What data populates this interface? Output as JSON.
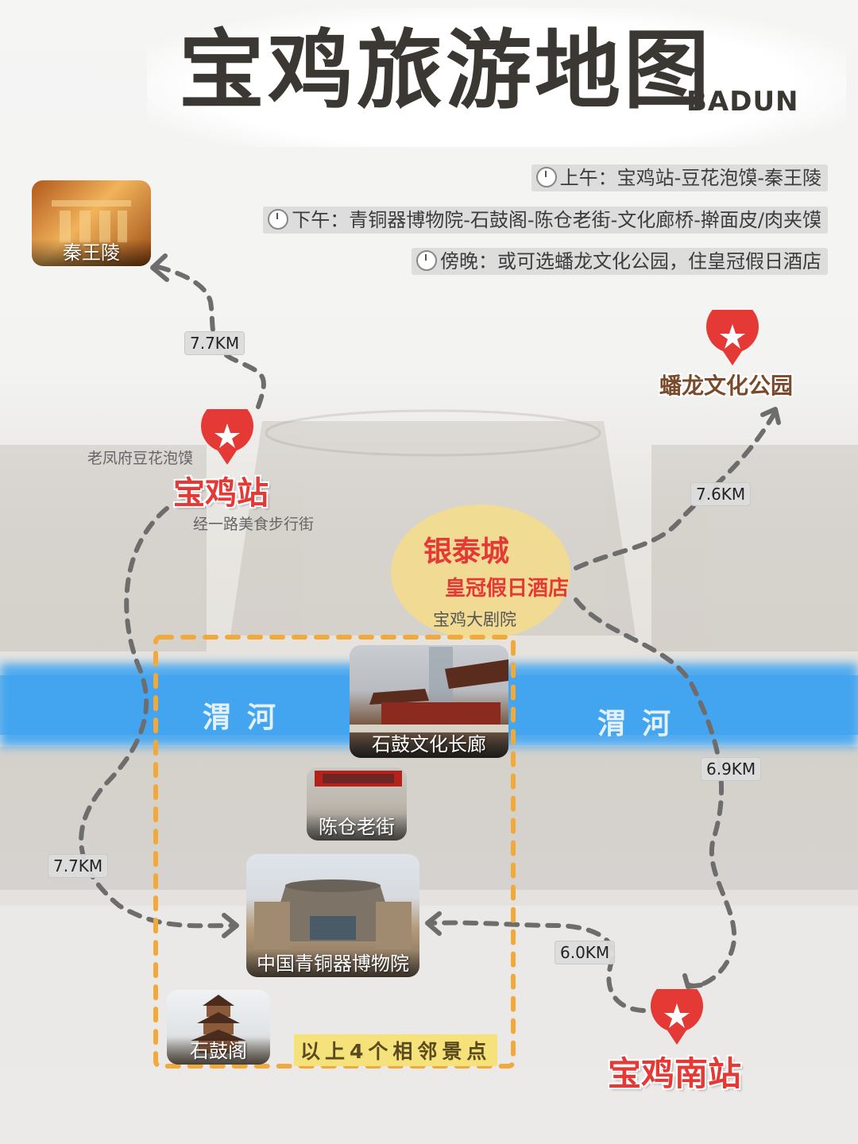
{
  "title": "宝鸡旅游地图",
  "title_en": "BADUN",
  "schedule": [
    {
      "icon": "clock-icon",
      "text": "上午：宝鸡站-豆花泡馍-秦王陵"
    },
    {
      "icon": "clock-icon",
      "text": "下午：青铜器博物院-石鼓阁-陈仓老街-文化廊桥-擀面皮/肉夹馍"
    },
    {
      "icon": "clock-icon",
      "text": "傍晚：或可选蟠龙文化公园，住皇冠假日酒店"
    }
  ],
  "places": {
    "qinwangling": "秦王陵",
    "baoji_station": "宝鸡站",
    "baoji_south": "宝鸡南站",
    "panlong_park": "蟠龙文化公园",
    "yintai": "银泰城",
    "crowne_plaza": "皇冠假日酒店",
    "theatre": "宝鸡大剧院",
    "doufu_note": "老凤府豆花泡馍",
    "food_street": "经一路美食步行街",
    "corridor": "石鼓文化长廊",
    "old_street": "陈仓老街",
    "museum": "中国青铜器博物院",
    "shigu_pavilion": "石鼓阁",
    "adjacent_note": "以上4个相邻景点"
  },
  "river": [
    "渭河",
    "渭河"
  ],
  "distances": {
    "station_to_qin": "7.7KM",
    "station_to_museum": "7.7KM",
    "yintai_to_panlong": "7.6KM",
    "yintai_to_south": "6.9KM",
    "south_to_museum": "6.0KM"
  },
  "colors": {
    "accent_red": "#e53935",
    "river_blue": "#4aa8f0",
    "route_gray": "#6d6d6d",
    "adjacent_box": "#f2a93b",
    "yintai_circle": "#f6dd8a"
  }
}
